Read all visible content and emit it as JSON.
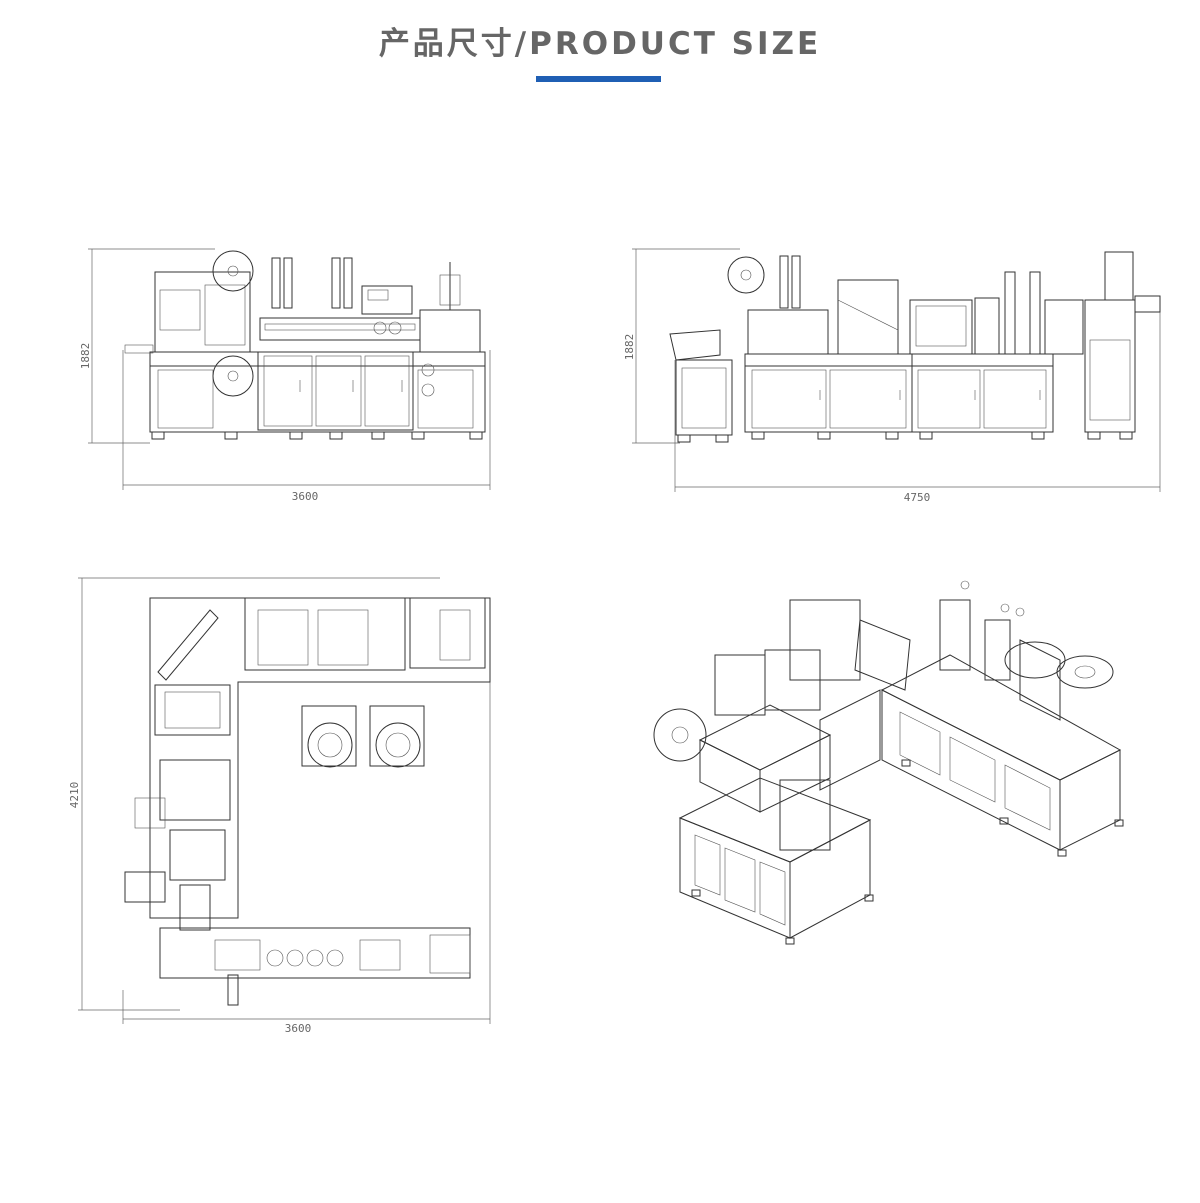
{
  "header": {
    "title": "产品尺寸/PRODUCT SIZE",
    "accent_color": "#1f5fb4"
  },
  "drawings": {
    "front_view": {
      "width_label": "3600",
      "height_label": "1882"
    },
    "side_view": {
      "width_label": "4750",
      "height_label": "1882"
    },
    "top_view": {
      "width_label": "3600",
      "height_label": "4210"
    },
    "isometric_view": {}
  }
}
